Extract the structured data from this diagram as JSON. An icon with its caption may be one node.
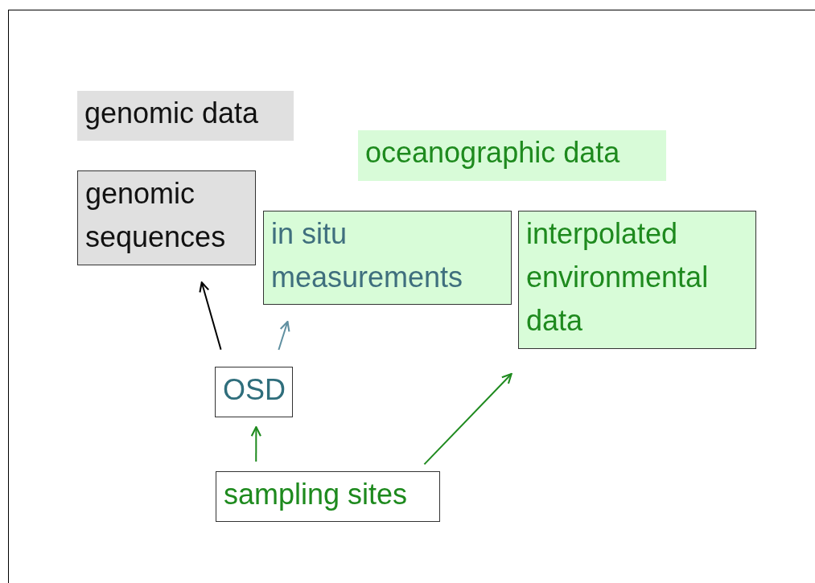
{
  "diagram": {
    "nodes": [
      {
        "text": [
          "genomic data"
        ]
      },
      {
        "text": [
          "genomic sequences"
        ]
      },
      {
        "text": [
          "oceanographic data"
        ]
      },
      {
        "text": [
          "in situ measurements"
        ]
      },
      {
        "text": [
          "interpolated environmental data"
        ]
      },
      {
        "text": [
          "OSD"
        ]
      },
      {
        "text": [
          "sampling sites"
        ]
      }
    ],
    "edges": [
      {
        "from": 5,
        "to": 1,
        "arrow": "to",
        "color": "#000000"
      },
      {
        "from": 5,
        "to": 3,
        "arrow": "to",
        "color": "#5f8fa0"
      },
      {
        "from": 6,
        "to": 5,
        "arrow": "to"
      },
      {
        "from": 6,
        "to": 4,
        "arrow": "to"
      }
    ]
  }
}
